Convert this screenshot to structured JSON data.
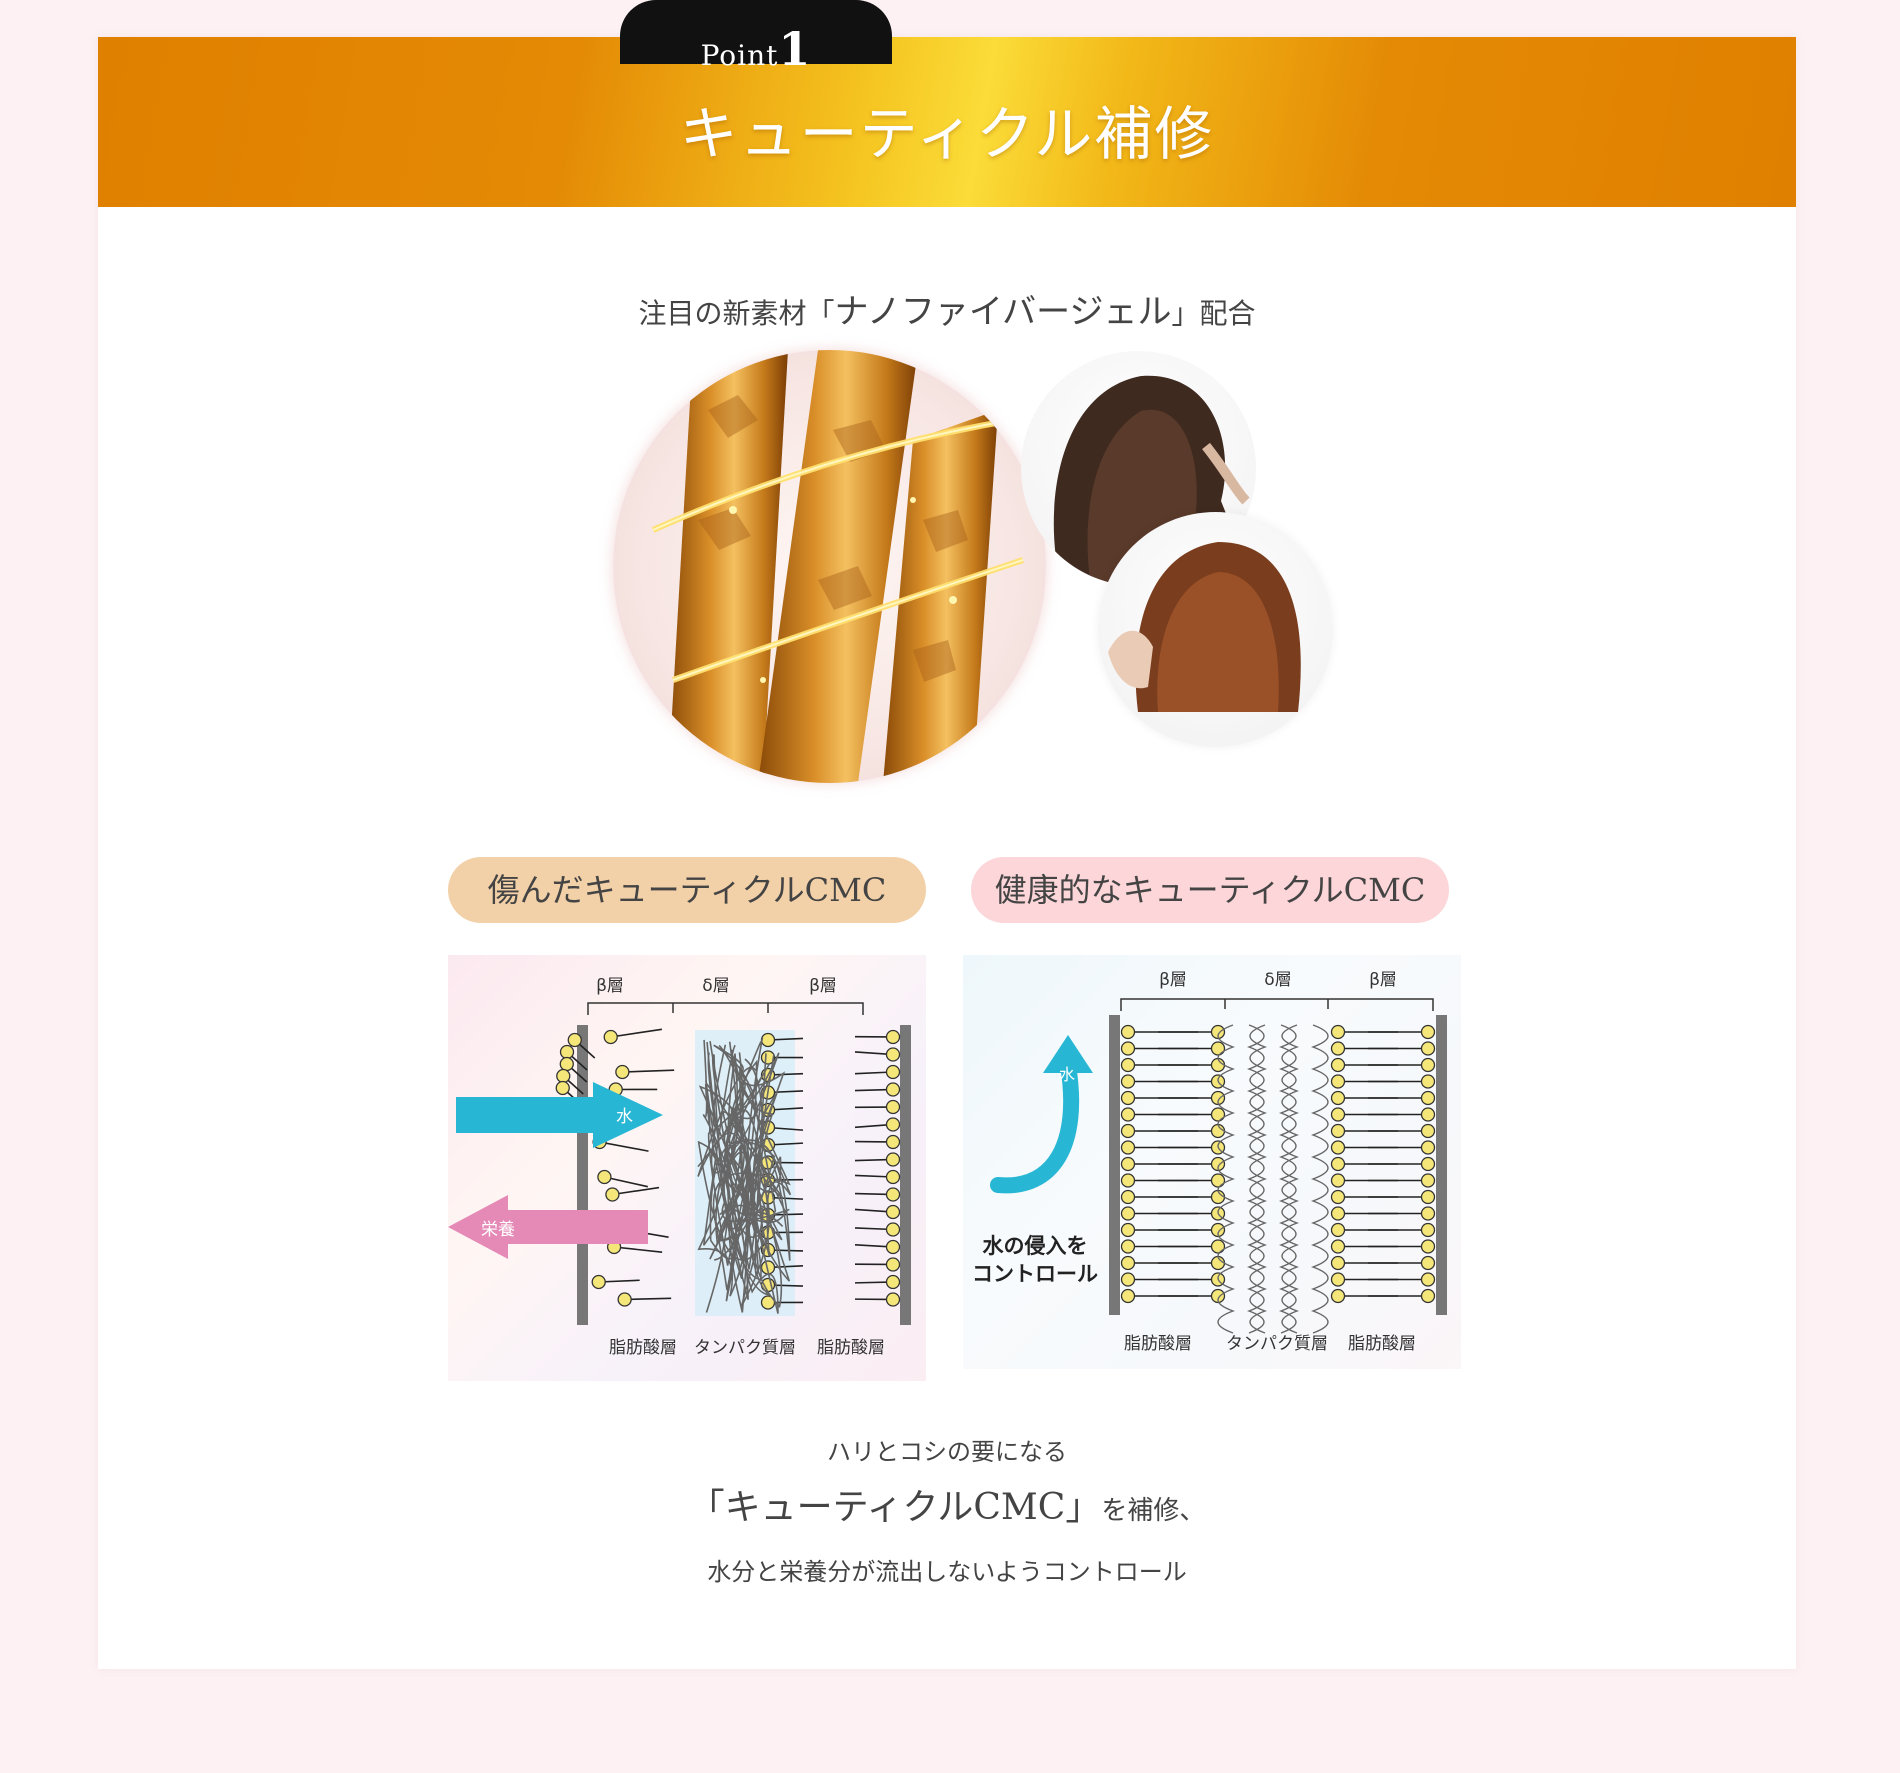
{
  "banner": {
    "point_word": "Point",
    "point_number": "1",
    "title": "キューティクル補修"
  },
  "lead": {
    "prefix": "注目の新素材「",
    "highlight": "ナノファイバージェル",
    "suffix": "」配合"
  },
  "comparison": {
    "damaged_label": "傷んだキューティクルCMC",
    "healthy_label": "健康的なキューティクルCMC"
  },
  "diagram_damaged": {
    "layer_top": [
      "β層",
      "δ層",
      "β層"
    ],
    "layer_bottom": [
      "脂肪酸層",
      "タンパク質層",
      "脂肪酸層"
    ],
    "arrow_water": "水",
    "arrow_nutrition": "栄養"
  },
  "diagram_healthy": {
    "layer_top": [
      "β層",
      "δ層",
      "β層"
    ],
    "layer_bottom": [
      "脂肪酸層",
      "タンパク質層",
      "脂肪酸層"
    ],
    "arrow_water": "水",
    "caption_line1": "水の侵入を",
    "caption_line2": "コントロール"
  },
  "bottom": {
    "line1": "ハリとコシの要になる",
    "line2_main": "「キューティクルCMC」",
    "line2_tail": "を補修、",
    "line3": "水分と栄養分が流出しないようコントロール"
  },
  "colors": {
    "banner_orange": "#e08000",
    "banner_gold": "#fbdc38",
    "pill_damaged": "#f3d1a8",
    "pill_healthy": "#fcd6d8",
    "water_arrow": "#27b7d4",
    "nutrition_arrow": "#e589b6",
    "lipid_head": "#f5e67a"
  }
}
